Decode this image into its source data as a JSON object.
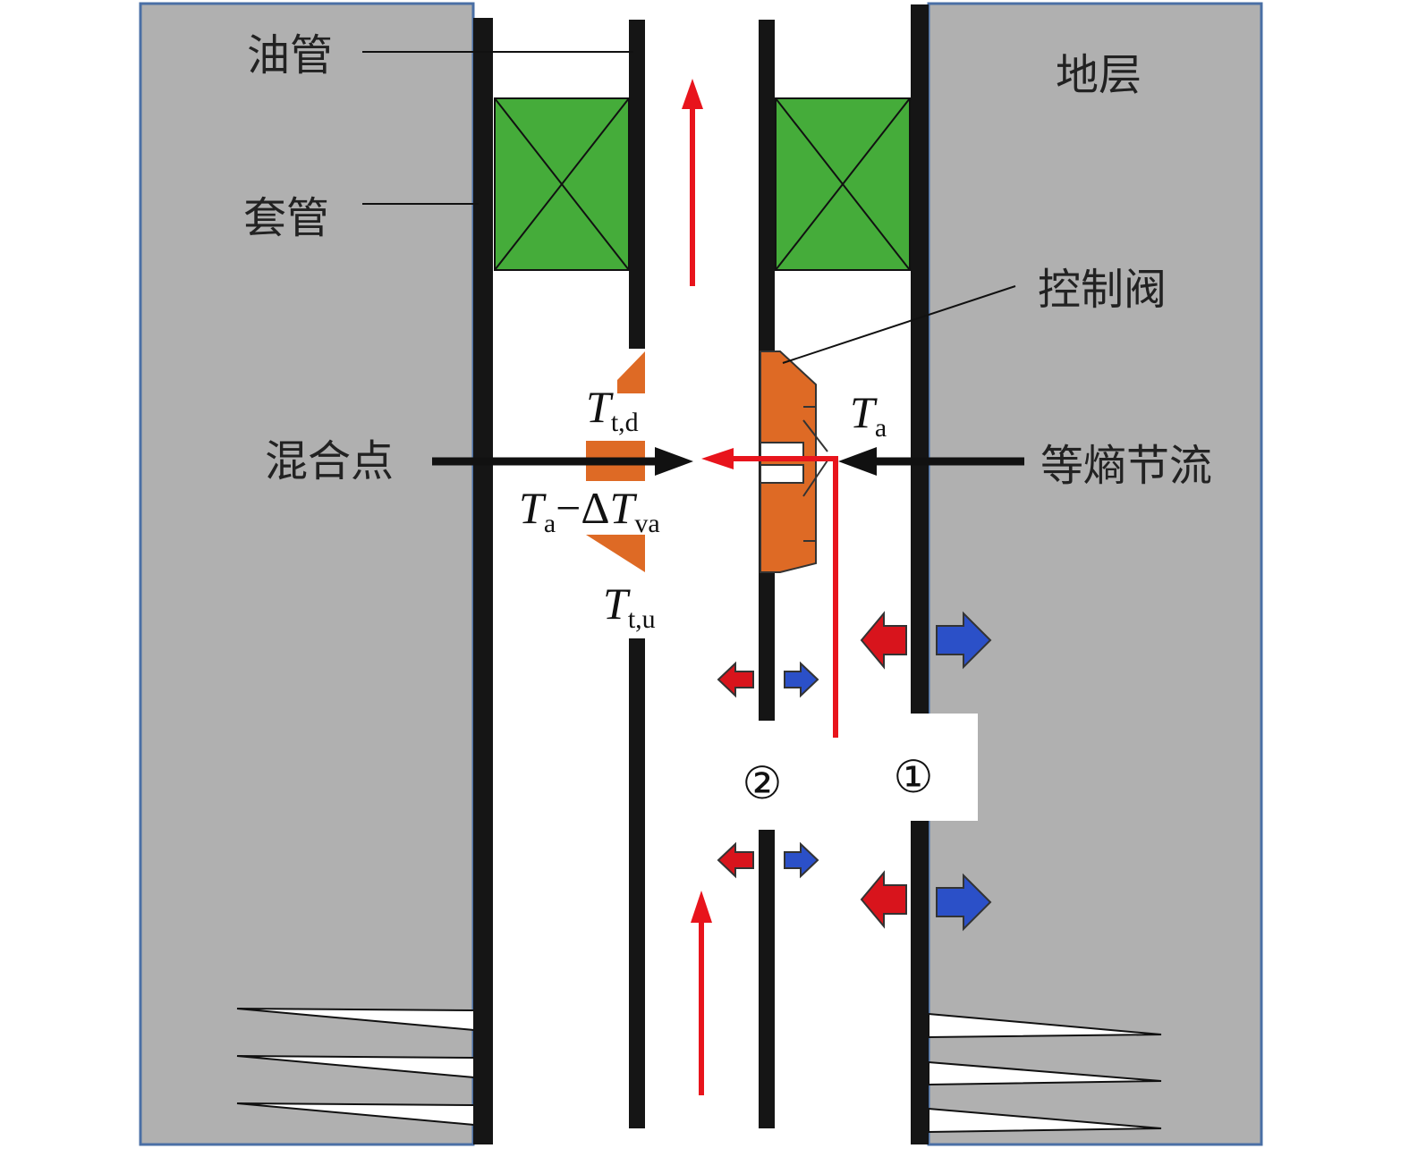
{
  "labels": {
    "tubing": "油管",
    "casing": "套管",
    "formation": "地层",
    "control_valve": "控制阀",
    "mixing_point": "混合点",
    "isenthalpic_throttling": "等熵节流"
  },
  "symbols": {
    "t_td_main": "T",
    "t_td_sub": "t,d",
    "t_a_main": "T",
    "t_a_sub": "a",
    "t_mix_main1": "T",
    "t_mix_sub1": "a",
    "t_mix_minus": "−Δ",
    "t_mix_main2": "T",
    "t_mix_sub2": "va",
    "t_tu_main": "T",
    "t_tu_sub": "t,u"
  },
  "zones": {
    "zone1": "①",
    "zone2": "②"
  },
  "colors": {
    "formation": "#b0b0b0",
    "formation_border": "#4a6fa5",
    "packer": "#45ac3a",
    "valve": "#de6a25",
    "flow_arrow": "#e8141c",
    "heat_in": "#d8141c",
    "heat_out": "#2b50c8",
    "pipe_wall": "#151515"
  },
  "icons": {
    "packer": "packer-x-icon",
    "heat_in": "arrow-left-red-icon",
    "heat_out": "arrow-right-blue-icon",
    "perforation": "perforation-icon"
  }
}
